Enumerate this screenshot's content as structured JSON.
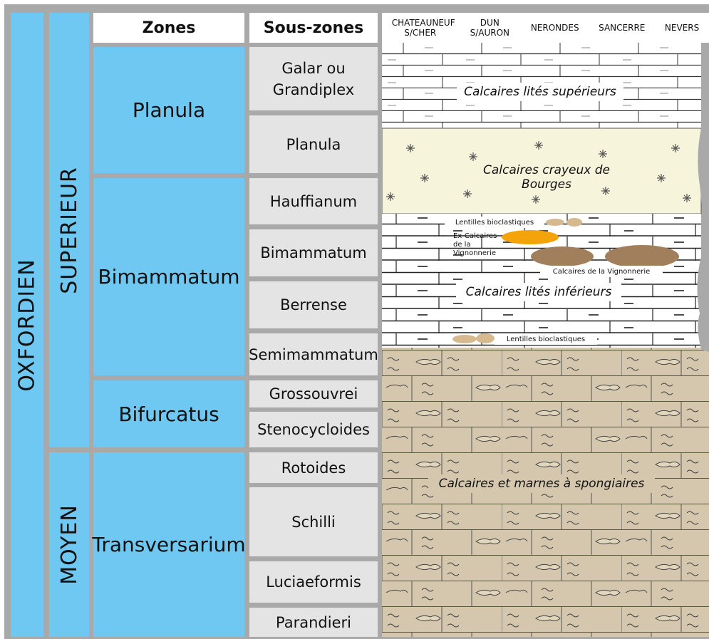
{
  "header": {
    "zones_label": "Zones",
    "subzones_label": "Sous-zones",
    "locations": [
      "CHATEAUNEUF S/CHER",
      "DUN S/AURON",
      "NERONDES",
      "SANCERRE",
      "NEVERS"
    ]
  },
  "stage": "OXFORDIEN",
  "substages": [
    "SUPERIEUR",
    "MOYEN"
  ],
  "zones": [
    "Planula",
    "Bimammatum",
    "Bifurcatus",
    "Transversarium"
  ],
  "subzones": [
    "Galar ou Grandiplex",
    "Planula",
    "Hauffianum",
    "Bimammatum",
    "Berrense",
    "Semimammatum",
    "Grossouvrei",
    "Stenocycloides",
    "Rotoides",
    "Schilli",
    "Luciaeformis",
    "Parandieri"
  ],
  "lithology": {
    "calc_lites_sup": "Calcaires lités supérieurs",
    "calc_crayeux": "Calcaires crayeux de Bourges",
    "lentilles_top": "Lentilles bioclastiques",
    "ex_calc": "Ex-Calcaires de la Vignonnerie",
    "calc_vignonnerie": "Calcaires de la Vignonnerie",
    "calc_lites_inf": "Calcaires lités inférieurs",
    "lentilles_bottom": "Lentilles bioclastiques",
    "spongiaires": "Calcaires et marnes à spongiaires"
  },
  "colors": {
    "blue": "#6fc8f2",
    "grey_cell": "#e4e4e4",
    "frame_grey": "#a9a9a9",
    "limestone": "#ffffff",
    "chalky": "#f7f4dc",
    "sponge_marl": "#d4c7ad",
    "orange_lens": "#f4a40a",
    "brown_lens": "#a27f5c",
    "tan_lens": "#d7b98f"
  }
}
